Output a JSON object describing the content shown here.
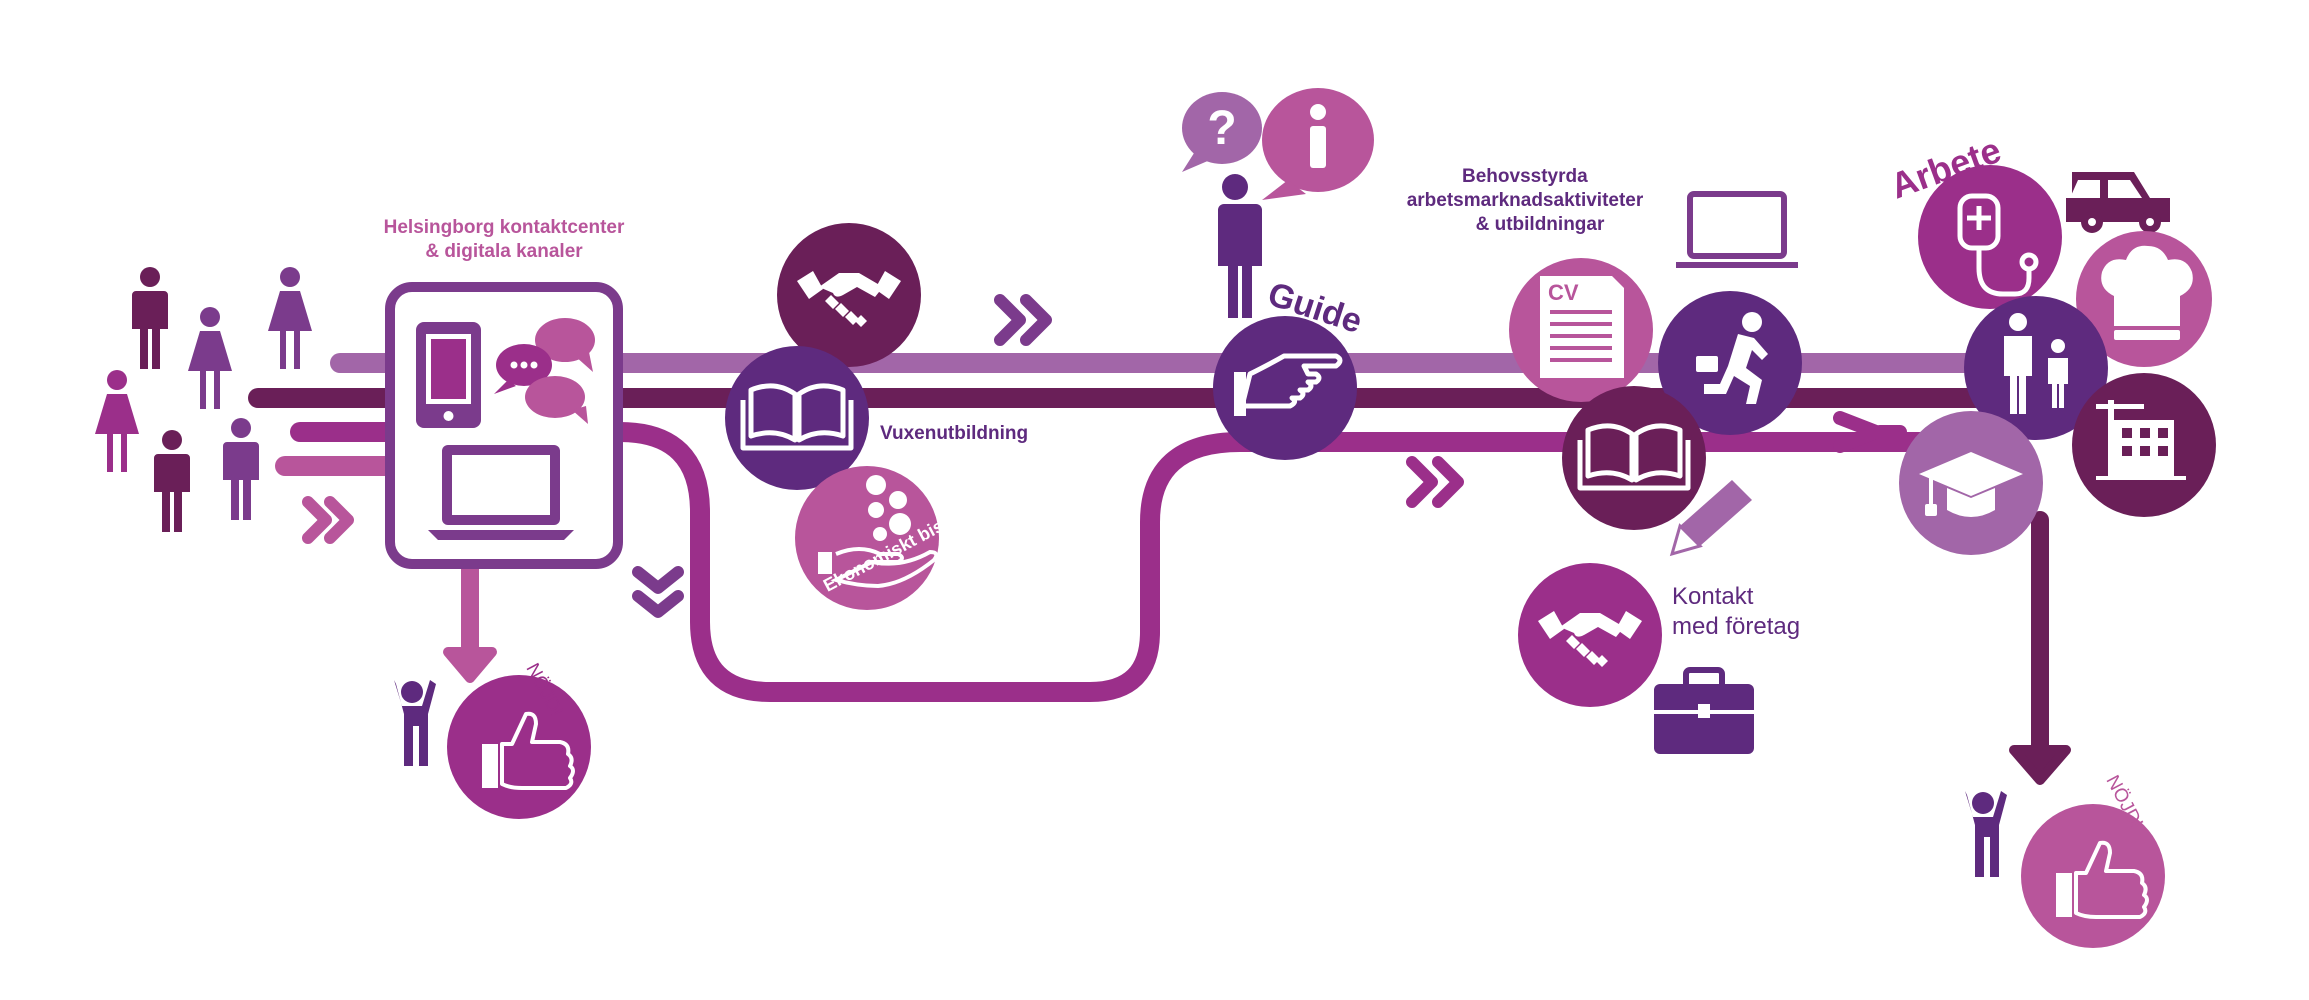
{
  "colors": {
    "dark_purple": "#5e2a7e",
    "purple": "#7b3b8c",
    "magenta": "#9b2f8a",
    "pink": "#b8559b",
    "light_purple": "#a266a8",
    "plum": "#6a1f58"
  },
  "labels": {
    "contact_center_line1": "Helsingborg kontaktcenter",
    "contact_center_line2": "& digitala kanaler",
    "adult_education": "Vuxenutbildning",
    "financial_aid": "Ekonomiskt bistånd",
    "guide": "Guide",
    "labour_market_line1": "Behovsstyrda",
    "labour_market_line2": "arbetsmarknadsaktiviteter",
    "labour_market_line3": "& utbildningar",
    "work": "Arbete",
    "contact_companies_line1": "Kontakt",
    "contact_companies_line2": "med företag",
    "satisfied_left": "NÖJD!",
    "satisfied_right": "NÖJD!",
    "cv_badge": "CV"
  },
  "icons": [
    "person-icon",
    "smartphone-icon",
    "chat-bubbles-icon",
    "laptop-icon",
    "handshake-icon",
    "open-book-icon",
    "coins-hand-icon",
    "question-bubble-icon",
    "info-bubble-icon",
    "pointing-hand-icon",
    "cv-document-icon",
    "runner-briefcase-icon",
    "pencil-icon",
    "briefcase-icon",
    "stethoscope-icon",
    "car-icon",
    "chef-hat-icon",
    "parent-child-icon",
    "graduation-cap-icon",
    "building-crane-icon",
    "thumbs-up-icon",
    "double-chevron-icon",
    "arrow-icon"
  ]
}
